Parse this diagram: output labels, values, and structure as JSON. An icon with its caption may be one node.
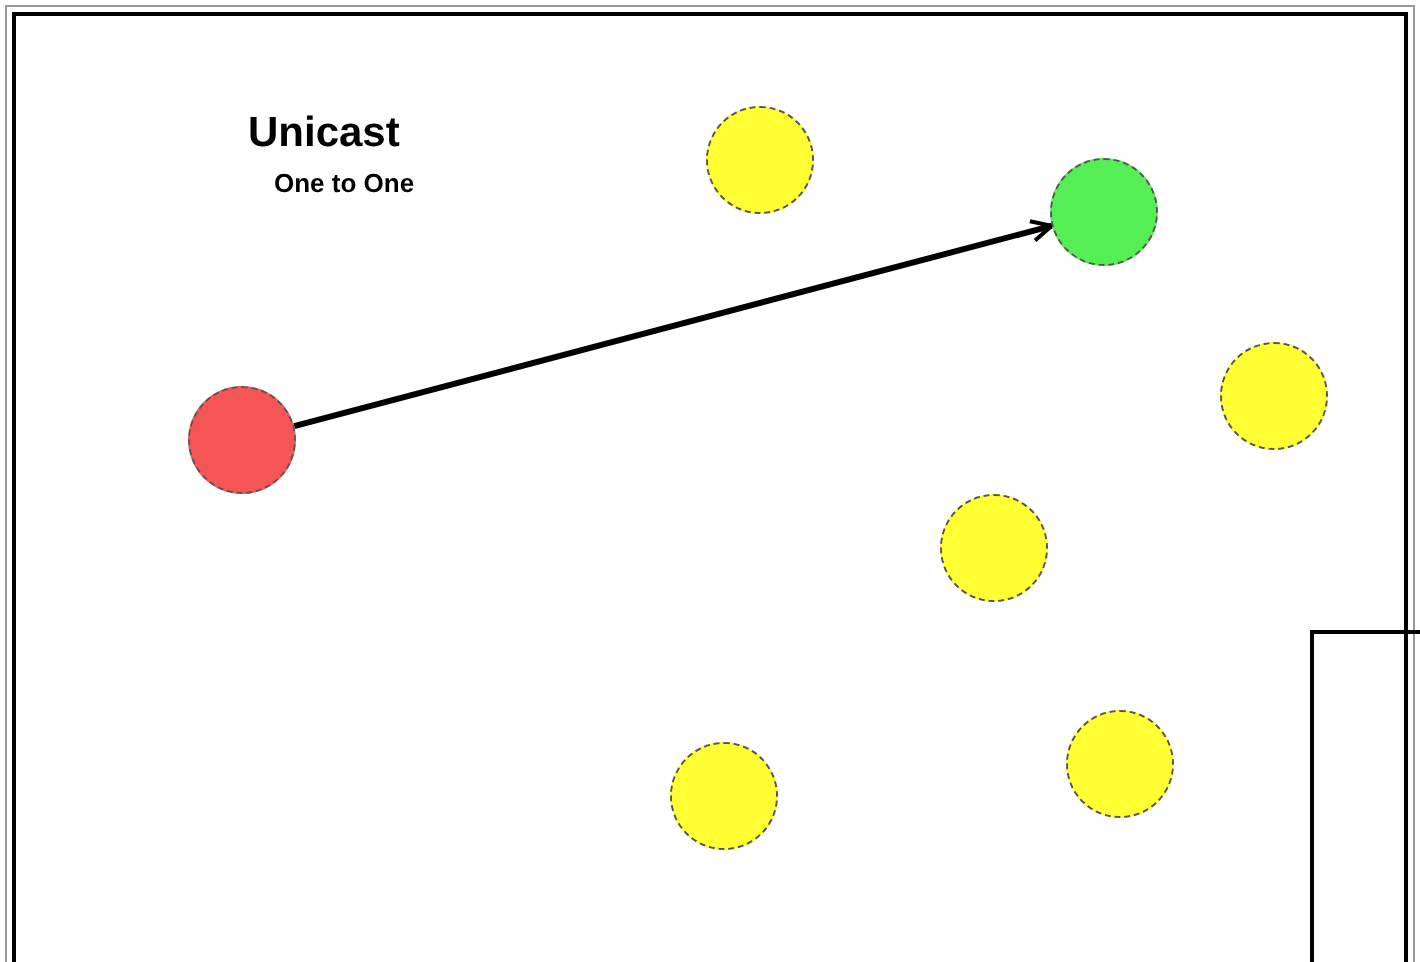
{
  "diagram": {
    "title": "Unicast",
    "nodes": [
      {
        "text": [],
        "shape": "circle"
      },
      {
        "text": [],
        "shape": "circle"
      },
      {
        "text": [],
        "shape": "circle"
      },
      {
        "text": [],
        "shape": "circle"
      },
      {
        "text": [],
        "shape": "circle"
      },
      {
        "text": [],
        "shape": "circle"
      },
      {
        "text": [],
        "shape": "circle"
      }
    ],
    "edges": [
      {
        "from": 3,
        "to": 1,
        "arrow": "to"
      }
    ],
    "labels": [
      "One to One"
    ]
  }
}
